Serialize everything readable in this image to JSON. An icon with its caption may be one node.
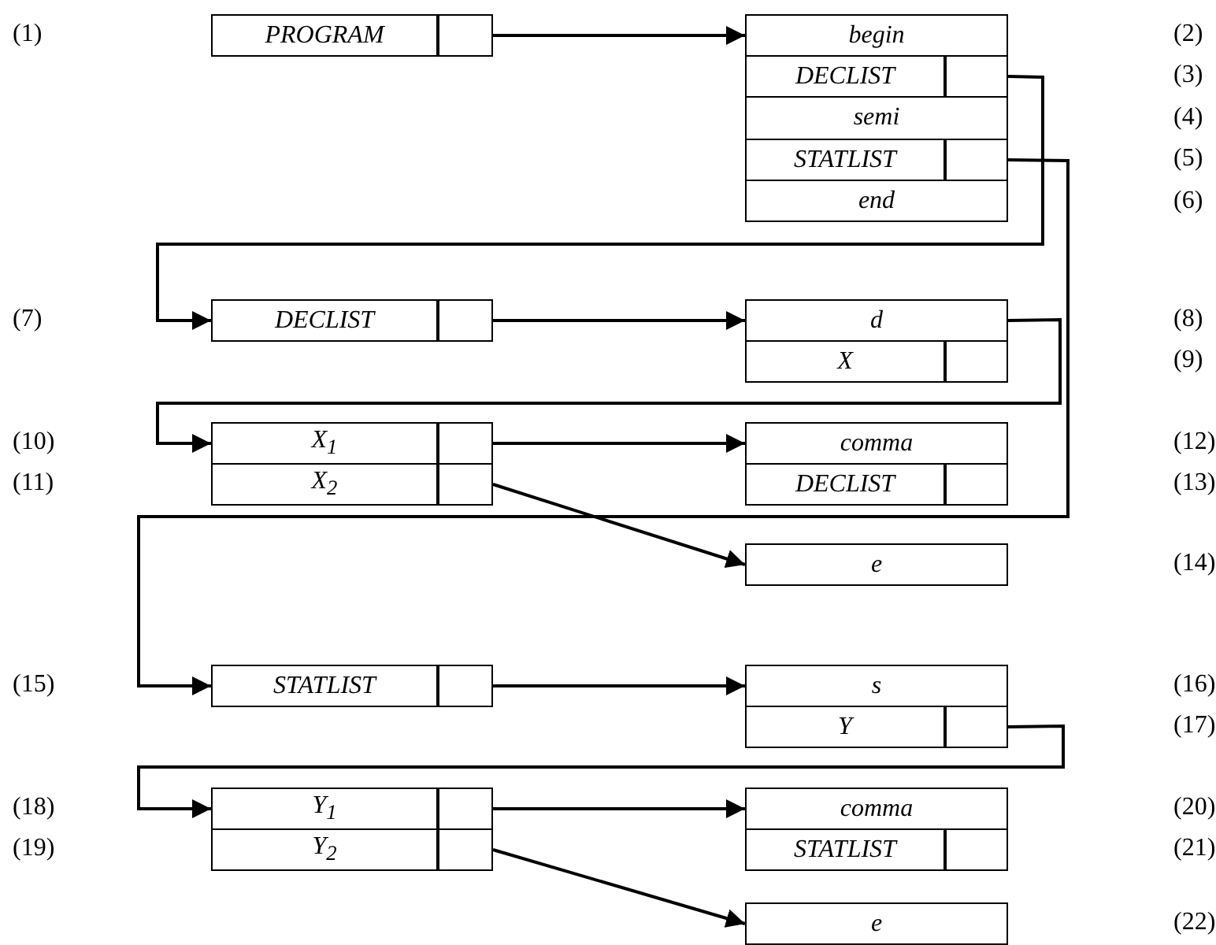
{
  "diagram": {
    "nodes": [
      {
        "text": [
          "PROGRAM"
        ]
      },
      {
        "text": [],
        "shape": "box"
      },
      {
        "text": [
          "begin"
        ]
      },
      {
        "text": [
          "DECLIST"
        ]
      },
      {
        "text": [],
        "shape": "box"
      },
      {
        "text": [
          "semi"
        ]
      },
      {
        "text": [
          "STATLIST"
        ]
      },
      {
        "text": [],
        "shape": "box"
      },
      {
        "text": [
          "end"
        ]
      },
      {
        "text": [
          "DECLIST"
        ]
      },
      {
        "text": [],
        "shape": "box"
      },
      {
        "text": [
          "d"
        ]
      },
      {
        "text": [
          "X"
        ]
      },
      {
        "text": [],
        "shape": "box"
      },
      {
        "text": [
          "X$_{1}$"
        ]
      },
      {
        "text": [],
        "shape": "box"
      },
      {
        "text": [
          "comma"
        ]
      },
      {
        "text": [
          "X$_{2}$"
        ]
      },
      {
        "text": [],
        "shape": "box"
      },
      {
        "text": [
          "DECLIST"
        ]
      },
      {
        "text": [],
        "shape": "box"
      },
      {
        "text": [
          "e"
        ]
      },
      {
        "text": [
          "STATLIST"
        ]
      },
      {
        "text": [],
        "shape": "box"
      },
      {
        "text": [
          "s"
        ]
      },
      {
        "text": [
          "Y"
        ]
      },
      {
        "text": [],
        "shape": "box"
      },
      {
        "text": [
          "Y$_{1}$"
        ]
      },
      {
        "text": [],
        "shape": "box"
      },
      {
        "text": [
          "comma"
        ]
      },
      {
        "text": [
          "Y$_{2}$"
        ]
      },
      {
        "text": [],
        "shape": "box"
      },
      {
        "text": [
          "STATLIST"
        ]
      },
      {
        "text": [],
        "shape": "box"
      },
      {
        "text": [
          "e"
        ]
      }
    ],
    "edges": [
      {
        "from": 1,
        "to": 2,
        "arrow": "to"
      },
      {
        "from": 4,
        "to": 9,
        "arrow": "to"
      },
      {
        "from": 7,
        "to": 22,
        "arrow": "to"
      },
      {
        "from": 10,
        "to": 11,
        "arrow": "to"
      },
      {
        "from": 11,
        "to": 14,
        "arrow": "to"
      },
      {
        "from": 15,
        "to": 16,
        "arrow": "to"
      },
      {
        "from": 18,
        "to": 21,
        "arrow": "to"
      },
      {
        "from": 23,
        "to": 24,
        "arrow": "to"
      },
      {
        "from": 26,
        "to": 27,
        "arrow": "to"
      },
      {
        "from": 28,
        "to": 29,
        "arrow": "to"
      },
      {
        "from": 31,
        "to": 34,
        "arrow": "to"
      }
    ],
    "labels": [
      "(1)",
      "(2)",
      "(3)",
      "(4)",
      "(5)",
      "(6)",
      "(7)",
      "(8)",
      "(9)",
      "(10)",
      "(12)",
      "(11)",
      "(13)",
      "(14)",
      "(15)",
      "(16)",
      "(17)",
      "(18)",
      "(20)",
      "(19)",
      "(21)",
      "(22)"
    ]
  }
}
